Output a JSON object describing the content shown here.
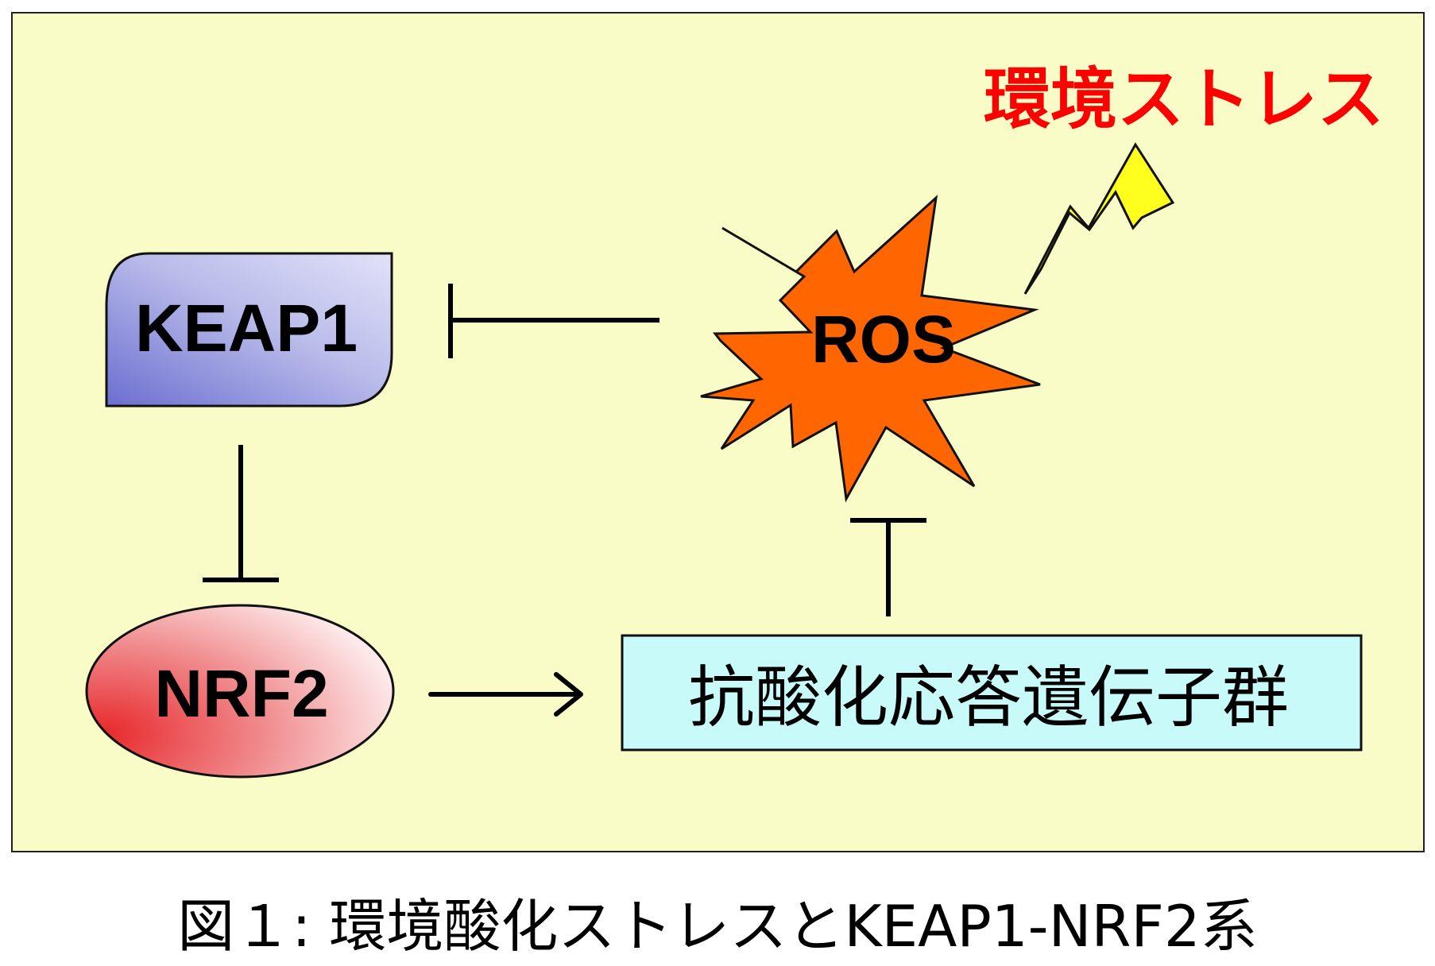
{
  "nodes": {
    "keap1": {
      "label": "KEAP1"
    },
    "nrf2": {
      "label": "NRF2"
    },
    "ros": {
      "label": "ROS"
    },
    "genes": {
      "label": "抗酸化応答遺伝子群"
    },
    "stress": {
      "label": "環境ストレス"
    }
  },
  "caption": "図１: 環境酸化ストレスとKEAP1-NRF2系",
  "colors": {
    "panel_background": "#fafcc8",
    "keap1_gradient": [
      "#6b6fcf",
      "#dcdcf6"
    ],
    "nrf2_gradient": [
      "#e8282b",
      "#fff4f4"
    ],
    "ros_fill": "#ff6600",
    "lightning_fill": "#ffff1e",
    "genes_fill": "#c8fafa",
    "stress_text": "#ff0000",
    "edge": "#000000"
  },
  "edges": [
    {
      "from": "ros",
      "to": "keap1",
      "type": "inhibition"
    },
    {
      "from": "keap1",
      "to": "nrf2",
      "type": "inhibition"
    },
    {
      "from": "nrf2",
      "to": "genes",
      "type": "activation"
    },
    {
      "from": "genes",
      "to": "ros",
      "type": "inhibition"
    },
    {
      "from": "stress",
      "to": "ros",
      "type": "induces"
    }
  ]
}
